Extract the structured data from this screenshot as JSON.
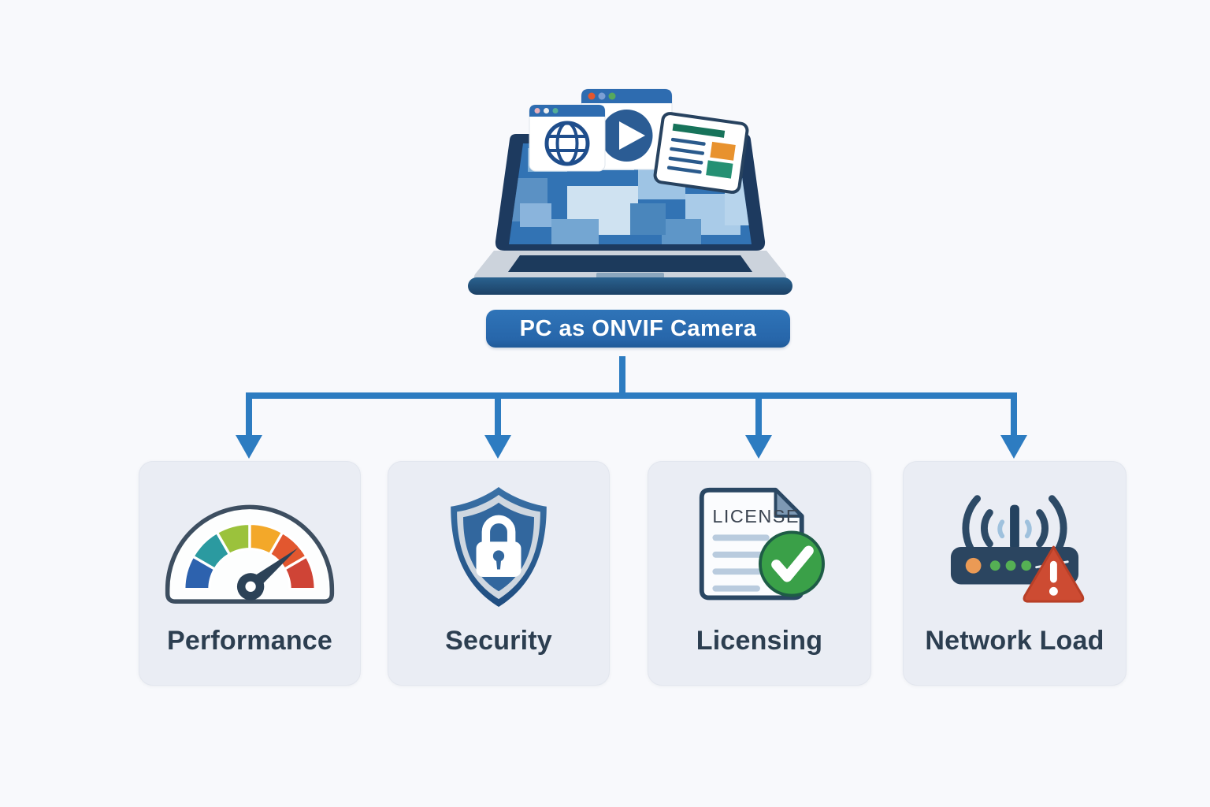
{
  "title_node": {
    "label": "PC as ONVIF Camera"
  },
  "cards": [
    {
      "id": "performance",
      "label": "Performance",
      "icon": "gauge-speedometer-icon"
    },
    {
      "id": "security",
      "label": "Security",
      "icon": "shield-lock-icon"
    },
    {
      "id": "licensing",
      "label": "Licensing",
      "icon": "license-document-check-icon"
    },
    {
      "id": "network-load",
      "label": "Network Load",
      "icon": "router-wifi-warning-icon"
    }
  ],
  "license_icon_text": "LICENSE",
  "colors": {
    "background": "#f8f9fc",
    "connector_blue": "#2d7cc1",
    "root_label_blue": "#2a6cb3",
    "card_background": "#eaedf4",
    "card_text": "#2c3e50",
    "gauge_segments": [
      "#2d62ae",
      "#2b9aa0",
      "#9bc23c",
      "#f3a829",
      "#e2572f",
      "#cf4436"
    ],
    "gauge_needle": "#2c4257",
    "shield_blue": "#2f6fae",
    "shield_silver": "#cfd7e0",
    "check_green": "#3aa048",
    "warning_red": "#cd4b32",
    "router_navy": "#2b4560",
    "status_dot_orange": "#eb9a55",
    "status_dot_green": "#55b054",
    "laptop_screen_blue": "#3273b4",
    "doc_fold_slate": "#7e99b4"
  }
}
